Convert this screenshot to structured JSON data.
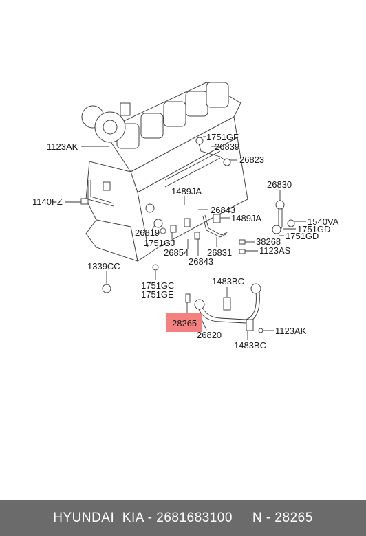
{
  "highlight": {
    "part": "28265",
    "color": "#f26a6a"
  },
  "labels": {
    "l1123ak_top": "1123AK",
    "l1751gf": "1751GF",
    "l26839": "26839",
    "l26823": "26823",
    "l26830": "26830",
    "l1489ja_a": "1489JA",
    "l1140fz": "1140FZ",
    "l26843_a": "26843",
    "l1489ja_b": "1489JA",
    "l1540va": "1540VA",
    "l1751gd_a": "1751GD",
    "l1751gd_b": "1751GD",
    "l26819": "26819",
    "l1751gj": "1751GJ",
    "l38268": "38268",
    "l26854": "26854",
    "l26831": "26831",
    "l1123as": "1123AS",
    "l26843_b": "26843",
    "l1339cc": "1339CC",
    "l1751gc": "1751GC",
    "l1751ge": "1751GE",
    "l1483bc_top": "1483BC",
    "l28265": "28265",
    "l26820": "26820",
    "l1123ak_bot": "1123AK",
    "l1483bc_bot": "1483BC"
  },
  "footer": {
    "text": "HYUNDAI  KIA - 2681683100     N - 28265"
  }
}
